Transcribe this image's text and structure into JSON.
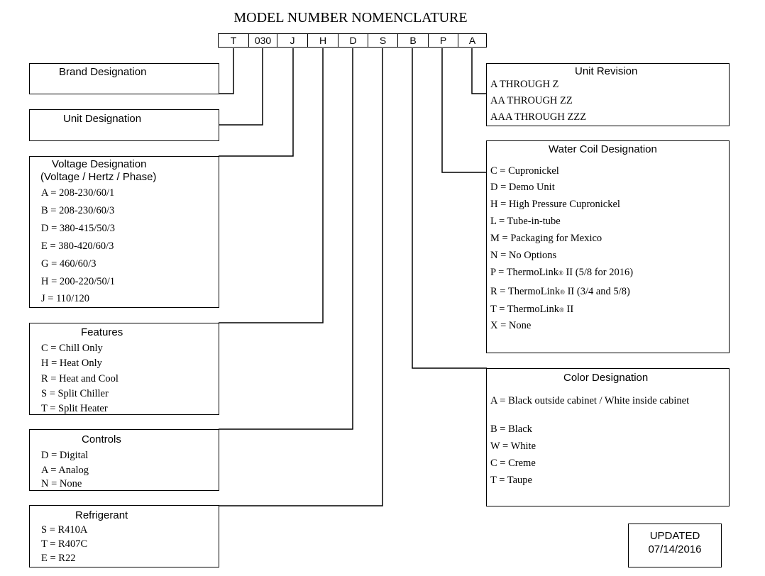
{
  "title": "MODEL NUMBER NOMENCLATURE",
  "code_segments": [
    "T",
    "030",
    "J",
    "H",
    "D",
    "S",
    "B",
    "P",
    "A"
  ],
  "left": {
    "brand": {
      "title": "Brand Designation"
    },
    "unit": {
      "title": "Unit Designation"
    },
    "voltage": {
      "title": "Voltage Designation",
      "subtitle": "(Voltage / Hertz / Phase)",
      "items": [
        "A = 208-230/60/1",
        "B = 208-230/60/3",
        "D = 380-415/50/3",
        "E = 380-420/60/3",
        "G = 460/60/3",
        "H = 200-220/50/1",
        "J = 110/120"
      ]
    },
    "features": {
      "title": "Features",
      "items": [
        "C = Chill Only",
        "H = Heat Only",
        "R = Heat and Cool",
        "S = Split Chiller",
        "T = Split Heater"
      ]
    },
    "controls": {
      "title": "Controls",
      "items": [
        "D = Digital",
        "A = Analog",
        "N = None"
      ]
    },
    "refrigerant": {
      "title": "Refrigerant",
      "items": [
        "S = R410A",
        "T = R407C",
        "E = R22"
      ]
    }
  },
  "right": {
    "revision": {
      "title": "Unit Revision",
      "items": [
        "A THROUGH Z",
        "AA THROUGH ZZ",
        "AAA THROUGH ZZZ"
      ]
    },
    "water_coil": {
      "title": "Water Coil Designation",
      "items": [
        "C = Cupronickel",
        "D = Demo Unit",
        "H = High Pressure Cupronickel",
        "L = Tube-in-tube",
        "M = Packaging for Mexico",
        "N = No Options"
      ],
      "thermo": [
        {
          "pre": "P = ThermoLink",
          "mark": "®",
          "post": " II (5/8 for 2016)"
        },
        {
          "pre": "R = ThermoLink",
          "mark": "®",
          "post": " II (3/4 and 5/8)"
        },
        {
          "pre": "T = ThermoLink",
          "mark": "®",
          "post": " II"
        }
      ],
      "last": "X = None"
    },
    "color": {
      "title": "Color Designation",
      "items": [
        "A = Black outside cabinet / White inside cabinet",
        "B = Black",
        "W = White",
        "C = Creme",
        "T = Taupe"
      ]
    }
  },
  "updated": {
    "line1": "UPDATED",
    "line2": "07/14/2016"
  }
}
